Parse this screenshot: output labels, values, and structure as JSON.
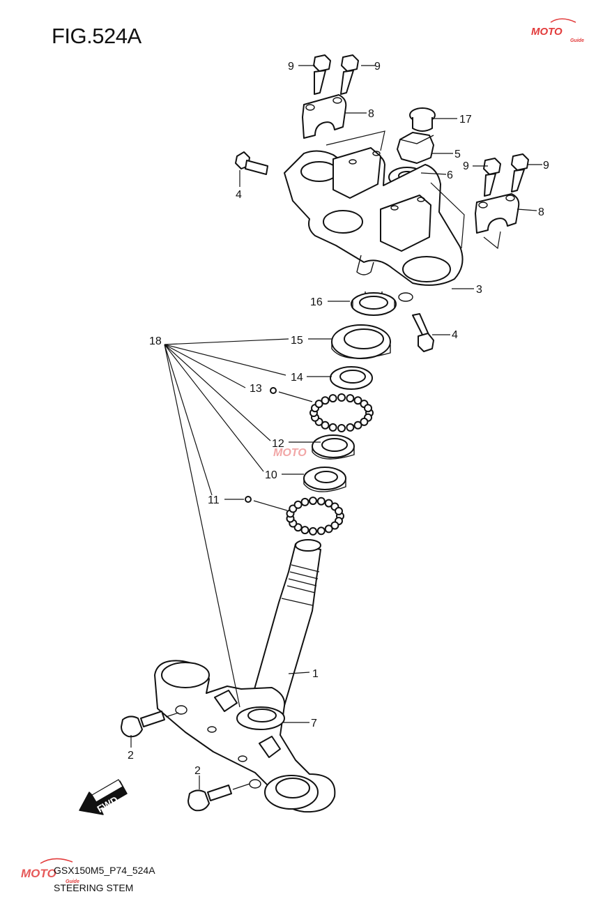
{
  "figure": {
    "title": "FIG.524A",
    "footer_code": "GSX150M5_P74_524A",
    "footer_name": "STEERING STEM",
    "fwd_label": "FWD"
  },
  "watermark": {
    "text": "MOTO",
    "subtext": "Guide",
    "color": "#e23b3b"
  },
  "callouts": [
    {
      "id": "c9a",
      "label": "9"
    },
    {
      "id": "c9b",
      "label": "9"
    },
    {
      "id": "c8a",
      "label": "8"
    },
    {
      "id": "c17",
      "label": "17"
    },
    {
      "id": "c5",
      "label": "5"
    },
    {
      "id": "c9c",
      "label": "9"
    },
    {
      "id": "c9d",
      "label": "9"
    },
    {
      "id": "c6",
      "label": "6"
    },
    {
      "id": "c4a",
      "label": "4"
    },
    {
      "id": "c8b",
      "label": "8"
    },
    {
      "id": "c3",
      "label": "3"
    },
    {
      "id": "c16",
      "label": "16"
    },
    {
      "id": "c4b",
      "label": "4"
    },
    {
      "id": "c18",
      "label": "18"
    },
    {
      "id": "c15",
      "label": "15"
    },
    {
      "id": "c14",
      "label": "14"
    },
    {
      "id": "c13",
      "label": "13"
    },
    {
      "id": "c12",
      "label": "12"
    },
    {
      "id": "c10",
      "label": "10"
    },
    {
      "id": "c11",
      "label": "11"
    },
    {
      "id": "c1",
      "label": "1"
    },
    {
      "id": "c7",
      "label": "7"
    },
    {
      "id": "c2a",
      "label": "2"
    },
    {
      "id": "c2b",
      "label": "2"
    }
  ]
}
